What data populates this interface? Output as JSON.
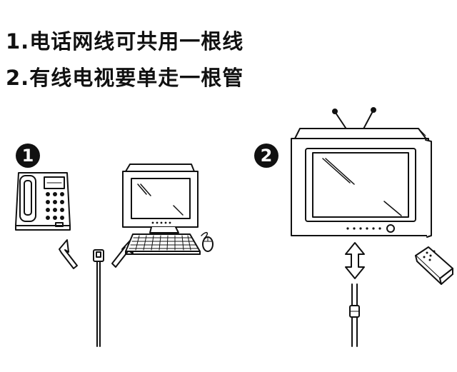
{
  "text_lines": [
    "1.电话网线可共用一根线",
    "2.有线电视要单走一根管"
  ],
  "badges": {
    "phone_pc": "1",
    "tv": "2"
  },
  "icons": {
    "telephone": "telephone-icon",
    "computer": "computer-monitor-icon",
    "keyboard": "keyboard-icon",
    "mouse": "mouse-icon",
    "cable": "network-cable-icon",
    "television": "television-icon",
    "remote": "remote-control-icon",
    "coax": "coaxial-cable-icon"
  },
  "colors": {
    "ink": "#111111",
    "paper": "#ffffff",
    "shade": "#555555"
  }
}
